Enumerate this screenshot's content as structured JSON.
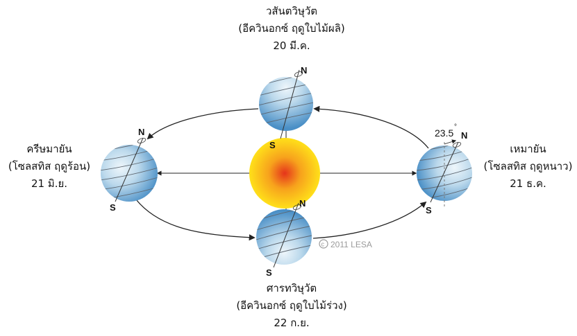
{
  "labels": {
    "top": {
      "line1": "วสันตวิษุวัต",
      "line2": "(อีควินอกซ์ ฤดูใบไม้ผลิ)",
      "line3": "20 มี.ค."
    },
    "left": {
      "line1": "ครีษมายัน",
      "line2": "(โซลสทิส ฤดูร้อน)",
      "line3": "21 มิ.ย."
    },
    "right": {
      "line1": "เหมายัน",
      "line2": "(โซลสทิส ฤดูหนาว)",
      "line3": "21 ธ.ค."
    },
    "bottom": {
      "line1": "ศารทวิษุวัต",
      "line2": "(อีควินอกซ์ ฤดูใบไม้ร่วง)",
      "line3": "22 ก.ย."
    }
  },
  "poles": {
    "north": "N",
    "south": "S"
  },
  "tilt": {
    "value": "23.5",
    "degree_mark": "°"
  },
  "copyright": {
    "symbol": "c",
    "text": "2011 LESA"
  },
  "colors": {
    "sun_core": "#e5341b",
    "sun_mid": "#f7a21c",
    "sun_edge": "#ffe01a",
    "earth_light": "#e8f4fb",
    "earth_blue": "#6eb3dc",
    "earth_dark": "#3f88c2",
    "latitude_line": "#5d6670",
    "orbit": "#222222"
  }
}
